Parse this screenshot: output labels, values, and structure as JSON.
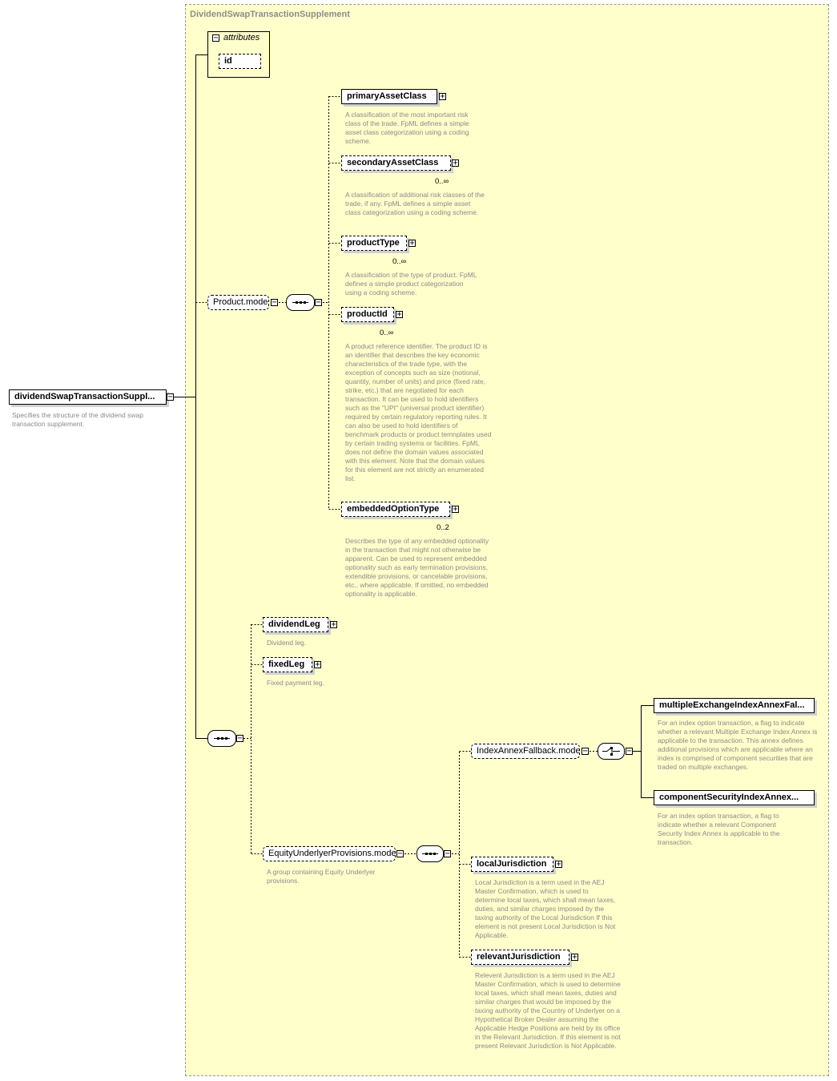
{
  "diagram": {
    "group_title": "DividendSwapTransactionSupplement",
    "root": {
      "label": "dividendSwapTransactionSuppl...",
      "description": "Specifies the structure of the dividend swap transaction supplement."
    },
    "attributes": {
      "header": "attributes",
      "items": [
        "id"
      ]
    },
    "product_model": {
      "label": "Product.model",
      "elements": [
        {
          "label": "primaryAssetClass",
          "cardinality": "",
          "description": "A classification of the most important risk class of the trade. FpML defines a simple asset class categorization using a coding scheme."
        },
        {
          "label": "secondaryAssetClass",
          "cardinality": "0..∞",
          "description": "A classification of additional risk classes of the trade, if any. FpML defines a simple asset class categorization using a coding scheme."
        },
        {
          "label": "productType",
          "cardinality": "0..∞",
          "description": "A classification of the type of product. FpML defines a simple product categorization using a coding scheme."
        },
        {
          "label": "productId",
          "cardinality": "0..∞",
          "description": "A product reference identifier. The product ID is an identifier that describes the key economic characteristics of the trade type, with the exception of concepts such as size (notional, quantity, number of units) and price (fixed rate, strike, etc.) that are negotiated for each transaction. It can be used to hold identifiers such as the \"UPI\" (universal product identifier) required by certain regulatory reporting rules. It can also be used to hold identifiers of benchmark products or product temnplates used by certain trading systems or facilities. FpML does not define the domain values associated with this element. Note that the domain values for this element are not strictly an enumerated list."
        },
        {
          "label": "embeddedOptionType",
          "cardinality": "0..2",
          "description": "Describes the type of any embedded optionality in the transaction that might not otherwise be apparent. Can be used to represent embedded optionality such as early termination provisions, extendible provisions, or cancelable provisions, etc., where applicable. If omitted, no embedded optionality is applicable."
        }
      ]
    },
    "legs": [
      {
        "label": "dividendLeg",
        "description": "Dividend leg."
      },
      {
        "label": "fixedLeg",
        "description": "Fixed payment leg."
      }
    ],
    "equity_model": {
      "label": "EquityUnderlyerProvisions.model",
      "description": "A group containing Equity Underlyer provisions."
    },
    "index_model": {
      "label": "IndexAnnexFallback.model",
      "elements": [
        {
          "label": "multipleExchangeIndexAnnexFal...",
          "description": "For an index option transaction, a flag to indicate whether a relevant Multiple Exchange Index Annex is applicable to the transaction. This annex defines additional provisions which are applicable where an index is comprised of component securities that are traded on multiple exchanges."
        },
        {
          "label": "componentSecurityIndexAnnex...",
          "description": "For an index option transaction, a flag to indicate whether a relevant Component Security Index Annex is applicable to the transaction."
        }
      ]
    },
    "jurisdictions": [
      {
        "label": "localJurisdiction",
        "description": "Local Jurisdiction is a term used in the AEJ Master Confirmation, which is used to determine local taxes, which shall mean taxes, duties, and similar charges imposed by the taxing authority of the Local Jurisdiction If this element is not present Local Jurisdiction is Not Applicable."
      },
      {
        "label": "relevantJurisdiction",
        "description": "Relevent Jurisdiction is a term used in the AEJ Master Confirmation, which is used to determine local taxes, which shall mean taxes, duties and similar charges that would be imposed by the taxing authority of the Country of Underlyer on a Hypothetical Broker Dealer assuming the Applicable Hedge Positions are held by its office in the Relevant Jurisdiction. If this element is not present Relevant Jurisdiction is Not Applicable."
      }
    ],
    "colors": {
      "group_fill": "#ffffcc",
      "group_border": "#999999",
      "description_text": "#8a8a8a",
      "title_text": "#8c8c8c"
    }
  }
}
